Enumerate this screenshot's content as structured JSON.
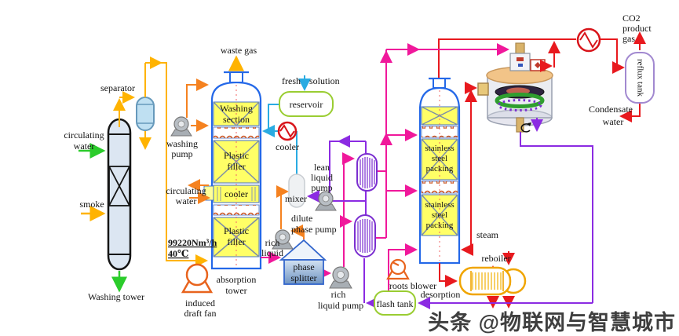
{
  "watermark": {
    "text": "头条 @物联网与智慧城市"
  },
  "labels": {
    "separator": "separator",
    "circulating_water_left": [
      "circulating",
      "water"
    ],
    "smoke": "smoke",
    "washing_tower": "Washing tower",
    "washing_pump": [
      "washing",
      "pump"
    ],
    "waste_gas": "waste gas",
    "washing_section": [
      "Washing",
      "section"
    ],
    "plastic_filler_upper": [
      "Plastic",
      "filler"
    ],
    "tower_cooler": "cooler",
    "plastic_filler_lower": [
      "Plastic",
      "filler"
    ],
    "circulating_water_right": [
      "circulating",
      "water"
    ],
    "gas_flow": "99220Nm³/h",
    "gas_temp": "40℃",
    "induced_draft_fan": [
      "induced",
      "draft fan"
    ],
    "absorption_tower": [
      "absorption",
      "tower"
    ],
    "fresh": "fresh",
    "solution": "solution",
    "reservoir": "reservoir",
    "external_cooler": "cooler",
    "mixer": "mixer",
    "lean_liquid_pump": [
      "lean",
      "liquid",
      "pump"
    ],
    "dilute_phase_pump": [
      "dilute",
      "phase pump"
    ],
    "rich_liquid": [
      "rich",
      "liquid"
    ],
    "phase_splitter": [
      "phase",
      "splitter"
    ],
    "rich_liquid_pump": [
      "rich",
      "liquid pump"
    ],
    "ss_packing_upper": [
      "stainless",
      "steel",
      "packing"
    ],
    "ss_packing_lower": [
      "stainless",
      "steel",
      "packing"
    ],
    "steam": "steam",
    "reboiler": "reboiler",
    "roots_blower": "roots blower",
    "desorption": "desorption",
    "flash_tank": "flash tank",
    "co2_product_gas": [
      "CO2",
      "product",
      "gas"
    ],
    "reflux_tank": "reflux tank",
    "condensate_water": [
      "Condensate",
      "water"
    ]
  },
  "colors": {
    "gas_line": "#FFB300",
    "wash_water_line": "#F58220",
    "circulating_water_line": "#2BCC2B",
    "solution_line": "#29ABE2",
    "hot_gas_line": "#E8191E",
    "rich_liquid_line": "#F0189B",
    "lean_liquid_line": "#8B2BE2",
    "tower_outline": "#2468E8",
    "packing_fill": "#FFFF66",
    "coil_packing": "#CC5522",
    "vessel_green_outline": "#9ACD32",
    "reboiler_outline": "#F0A500",
    "fan_outline": "#E8641E"
  }
}
